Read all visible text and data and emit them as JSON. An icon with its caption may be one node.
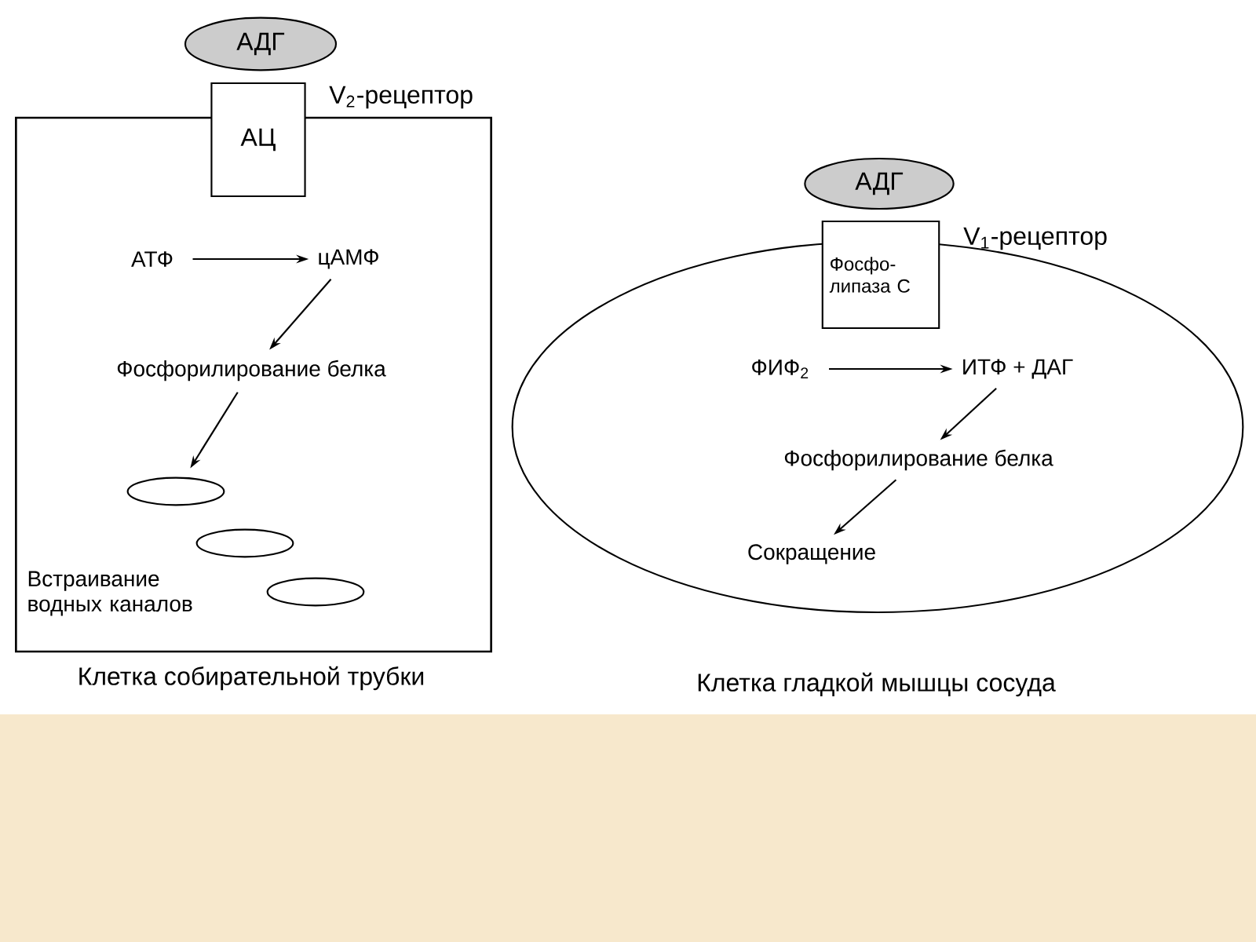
{
  "diagram": {
    "nodes": [
      {
        "text": [],
        "shape": "box",
        "beside": [
          "Клетка собирательной трубки"
        ]
      },
      {
        "text": [
          "АДГ"
        ]
      },
      {
        "text": [
          "АЦ"
        ],
        "beside": [
          "V$_{2}$-рецептор"
        ]
      },
      {
        "text": [
          "АТФ"
        ],
        "in": 0
      },
      {
        "text": [
          "цАМФ"
        ],
        "in": 0
      },
      {
        "text": [
          "Фосфорилирование белка"
        ],
        "in": 0
      },
      {
        "text": [],
        "shape": "ellipse",
        "in": 0
      },
      {
        "text": [],
        "shape": "ellipse",
        "in": 0
      },
      {
        "text": [],
        "shape": "ellipse",
        "in": 0
      },
      {
        "text": [
          "Встраивание водных каналов"
        ],
        "in": 0
      },
      {
        "text": [],
        "shape": "ellipse",
        "beside": [
          "Клетка гладкой мышцы сосуда"
        ]
      },
      {
        "text": [
          "АДГ"
        ]
      },
      {
        "text": [
          "Фосфо- липаза С"
        ],
        "beside": [
          "V$_{1}$-рецептор"
        ]
      },
      {
        "text": [
          "ФИФ$_{2}$"
        ],
        "in": 10
      },
      {
        "text": [
          "ИТФ + ДАГ"
        ],
        "in": 10
      },
      {
        "text": [
          "Фосфорилирование белка"
        ],
        "in": 10
      },
      {
        "text": [
          "Сокращение"
        ],
        "in": 10
      }
    ],
    "edges": [
      {
        "from": 3,
        "to": 4,
        "arrow": "to"
      },
      {
        "from": 4,
        "to": 5,
        "arrow": "to"
      },
      {
        "from": 5,
        "to": 6,
        "arrow": "to"
      },
      {
        "from": 13,
        "to": 14,
        "arrow": "to"
      },
      {
        "from": 14,
        "to": 15,
        "arrow": "to"
      },
      {
        "from": 15,
        "to": 16,
        "arrow": "to"
      }
    ]
  }
}
